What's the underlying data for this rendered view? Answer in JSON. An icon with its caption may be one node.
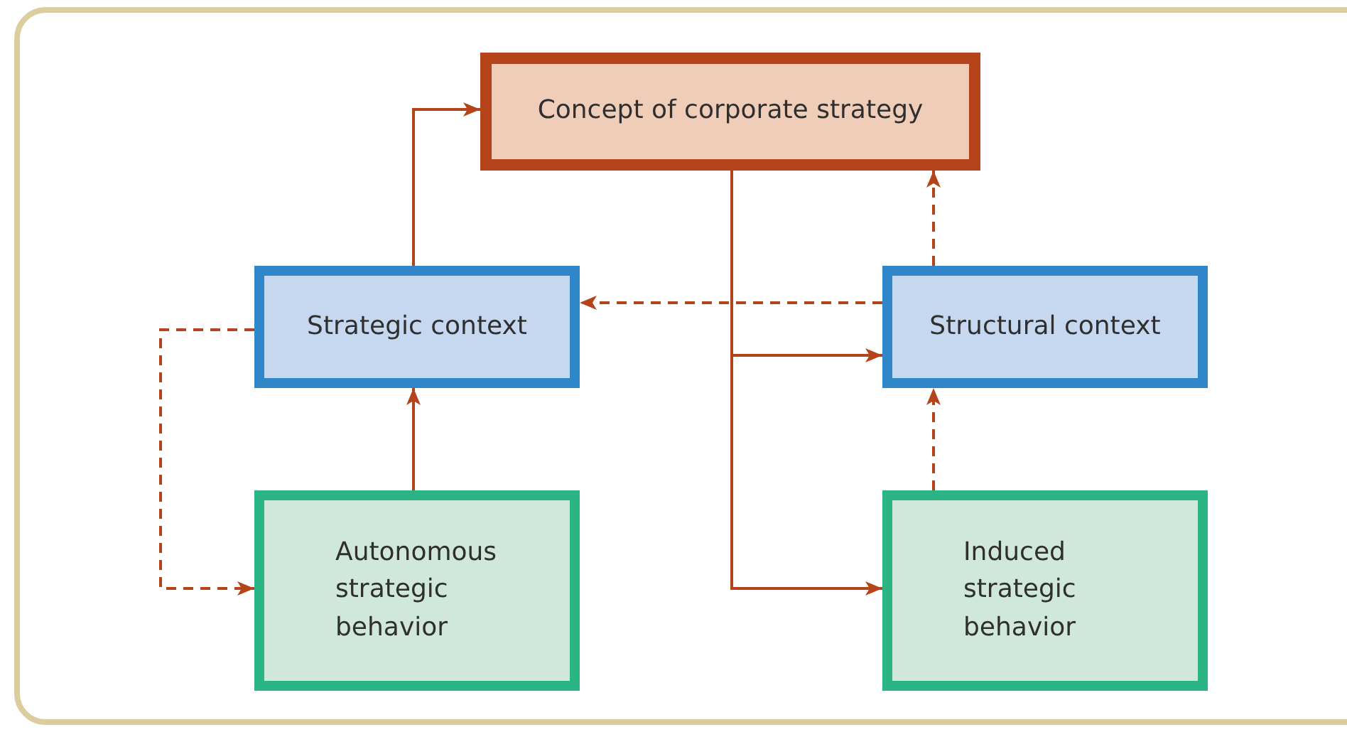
{
  "diagram": {
    "nodes": [
      {
        "text": [
          "Concept of corporate strategy"
        ]
      },
      {
        "text": [
          "Strategic context"
        ]
      },
      {
        "text": [
          "Structural context"
        ]
      },
      {
        "text": [
          "Autonomous strategic behavior"
        ]
      },
      {
        "text": [
          "Induced strategic behavior"
        ]
      }
    ],
    "edges": [
      {
        "from": 1,
        "to": 0,
        "arrow": "to"
      },
      {
        "from": 2,
        "to": 0,
        "arrow": "to",
        "style": "dashed"
      },
      {
        "from": 2,
        "to": 1,
        "arrow": "to",
        "style": "dashed"
      },
      {
        "from": 0,
        "to": 2,
        "arrow": "to"
      },
      {
        "from": 0,
        "to": 4,
        "arrow": "to"
      },
      {
        "from": 3,
        "to": 1,
        "arrow": "to"
      },
      {
        "from": 4,
        "to": 2,
        "arrow": "to",
        "style": "dashed"
      },
      {
        "from": 1,
        "to": 3,
        "arrow": "to",
        "style": "dashed"
      }
    ]
  }
}
